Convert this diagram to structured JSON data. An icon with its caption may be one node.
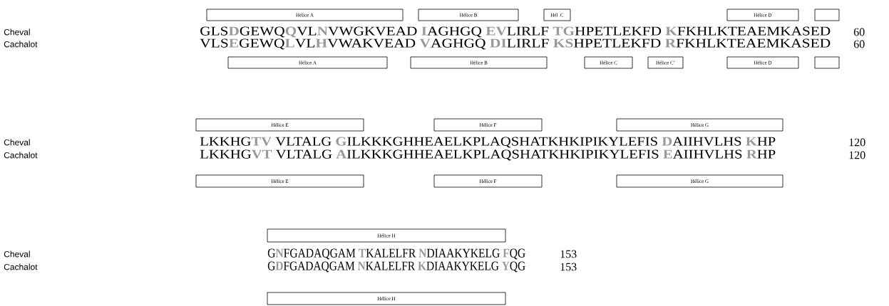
{
  "diagram": {
    "nodes": [
      {
        "text": [
          "Hélice A"
        ]
      },
      {
        "text": [
          "Hélice B"
        ]
      },
      {
        "text": [
          "Hél .C"
        ]
      },
      {
        "text": [
          "Hélice D"
        ]
      },
      {
        "text": [],
        "shape": "box"
      },
      {
        "text": [
          "Hélice A"
        ]
      },
      {
        "text": [
          "Hélice B"
        ]
      },
      {
        "text": [
          "Hélice C"
        ]
      },
      {
        "text": [
          "Hélice C’"
        ]
      },
      {
        "text": [
          "Hélice D"
        ]
      },
      {
        "text": [],
        "shape": "box"
      },
      {
        "text": [
          "Hélice E"
        ]
      },
      {
        "text": [
          "Hélice F"
        ]
      },
      {
        "text": [
          "Hélice G"
        ]
      },
      {
        "text": [
          "Hélice E"
        ]
      },
      {
        "text": [
          "Hélice F"
        ]
      },
      {
        "text": [
          "Hélice G"
        ]
      },
      {
        "text": [
          "Hélice H"
        ]
      },
      {
        "text": [
          "Hélice H"
        ]
      }
    ],
    "labels": [
      "Cheval",
      "GLS**D**GEWQ**Q**VL**N**VWGKVEAD **I**AGHGQ **EV**LIRLF **TG**HPETLEKFD **K**FKHLKTEAEMKASED",
      "60",
      "Cachalot",
      "VLS**E**GEWQ**L**VL**H**VWAKVEAD **V**AGHGQ **DI**LIRLF **KS**HPETLEKFD **R**FKHLKTEAEMKASED",
      "60",
      "Cheval",
      "LKKHG**TV** VLTALG **G**ILKKKGHHEAELKPLAQSHATKHKIPIKYLEFIS **D**AIIHVLHS **K**HP",
      "120",
      "Cachalot",
      "LKKHG**VT** VLTALG **A**ILKKKGHHEAELKPLAQSHATKHKIPIKYLEFIS **E**AIIHVLHS **R**HP",
      "120",
      "Cheval",
      "G**N**FGADAQGAM **T**KALELFR **N**DIAAKYKELG **F**QG",
      "153",
      "Cachalot",
      "G**D**FGADAQGAM **N**KALELFR **K**DIAAKYKELG **Y**QG",
      "153"
    ]
  }
}
